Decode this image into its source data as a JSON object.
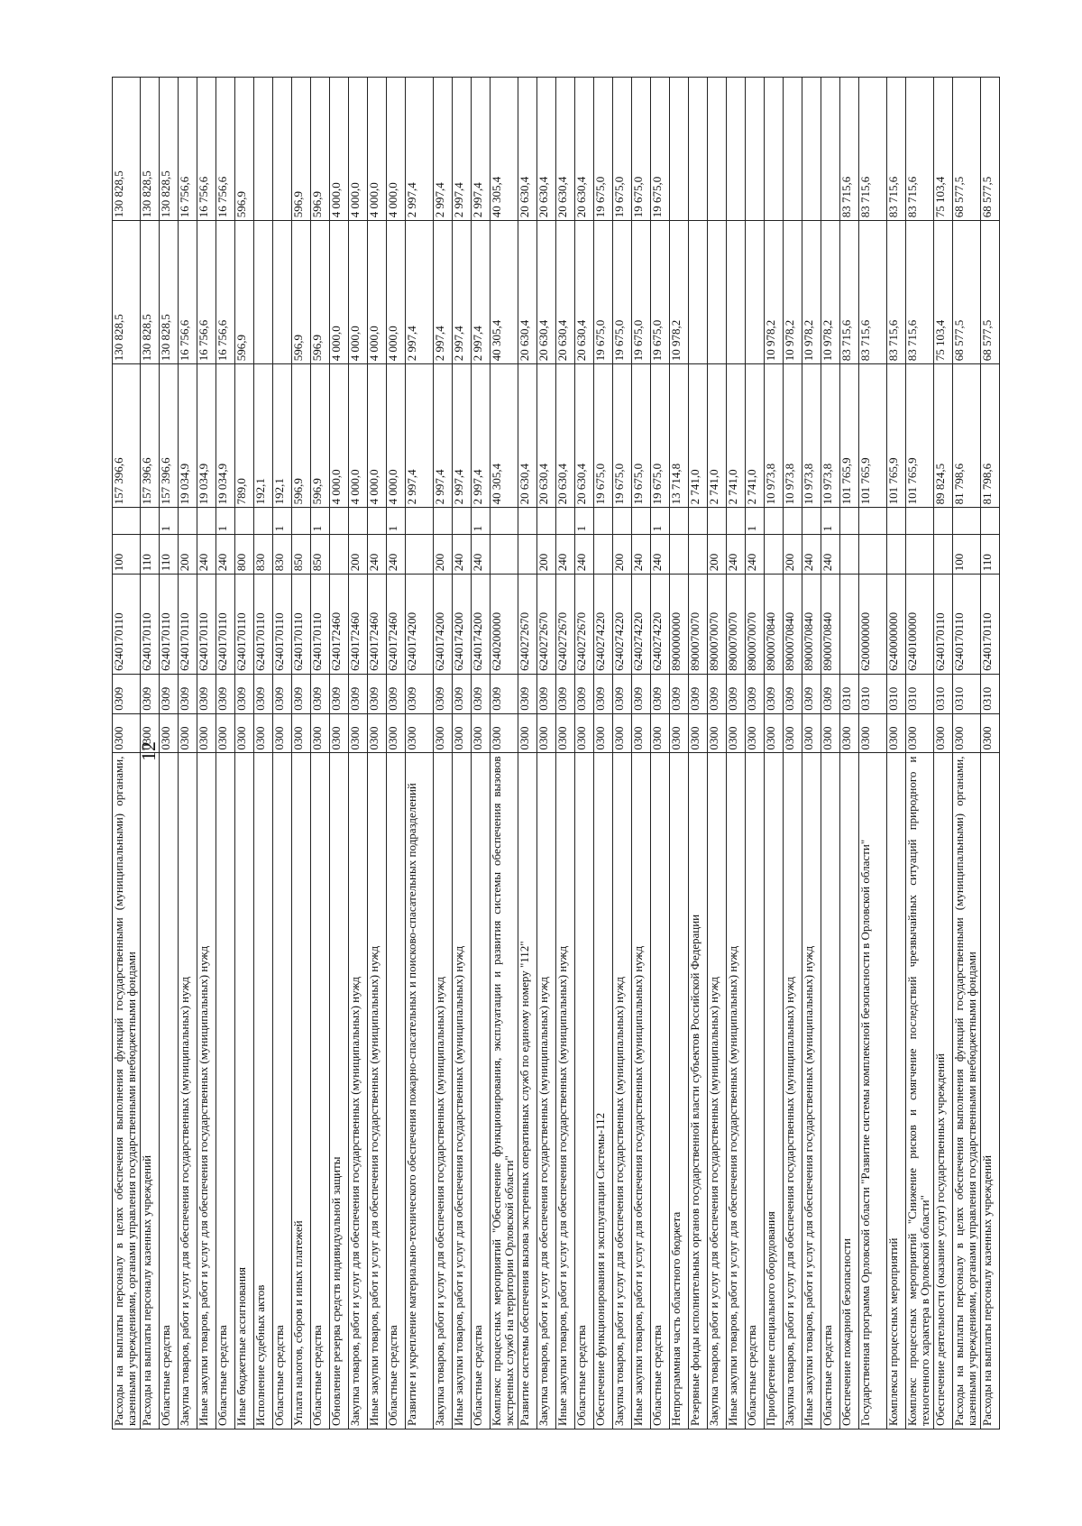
{
  "page": {
    "number": "12"
  },
  "table": {
    "rows": [
      {
        "name": "Расходы на выплаты персоналу в целях обеспечения выполнения функций государственными (муниципальными) органами, казенными учреждениями, органами управления государственными внебюджетными фондами",
        "sec": "0300",
        "sub": "0309",
        "csr": "6240170110",
        "vr": "100",
        "flag": "",
        "v1": "157 396,6",
        "v2": "130 828,5",
        "v3": "130 828,5"
      },
      {
        "name": "Расходы на выплаты персоналу казенных учреждений",
        "sec": "0300",
        "sub": "0309",
        "csr": "6240170110",
        "vr": "110",
        "flag": "",
        "v1": "157 396,6",
        "v2": "130 828,5",
        "v3": "130 828,5"
      },
      {
        "name": "Областные средства",
        "sec": "0300",
        "sub": "0309",
        "csr": "6240170110",
        "vr": "110",
        "flag": "1",
        "v1": "157 396,6",
        "v2": "130 828,5",
        "v3": "130 828,5"
      },
      {
        "name": "Закупка товаров, работ и услуг для обеспечения государственных (муниципальных) нужд",
        "sec": "0300",
        "sub": "0309",
        "csr": "6240170110",
        "vr": "200",
        "flag": "",
        "v1": "19 034,9",
        "v2": "16 756,6",
        "v3": "16 756,6"
      },
      {
        "name": "Иные закупки товаров, работ и услуг для обеспечения государственных (муниципальных) нужд",
        "sec": "0300",
        "sub": "0309",
        "csr": "6240170110",
        "vr": "240",
        "flag": "",
        "v1": "19 034,9",
        "v2": "16 756,6",
        "v3": "16 756,6"
      },
      {
        "name": "Областные средства",
        "sec": "0300",
        "sub": "0309",
        "csr": "6240170110",
        "vr": "240",
        "flag": "1",
        "v1": "19 034,9",
        "v2": "16 756,6",
        "v3": "16 756,6"
      },
      {
        "name": "Иные бюджетные ассигнования",
        "sec": "0300",
        "sub": "0309",
        "csr": "6240170110",
        "vr": "800",
        "flag": "",
        "v1": "789,0",
        "v2": "596,9",
        "v3": "596,9"
      },
      {
        "name": "Исполнение судебных актов",
        "sec": "0300",
        "sub": "0309",
        "csr": "6240170110",
        "vr": "830",
        "flag": "",
        "v1": "192,1",
        "v2": "",
        "v3": ""
      },
      {
        "name": "Областные средства",
        "sec": "0300",
        "sub": "0309",
        "csr": "6240170110",
        "vr": "830",
        "flag": "1",
        "v1": "192,1",
        "v2": "",
        "v3": ""
      },
      {
        "name": "Уплата налогов, сборов и иных платежей",
        "sec": "0300",
        "sub": "0309",
        "csr": "6240170110",
        "vr": "850",
        "flag": "",
        "v1": "596,9",
        "v2": "596,9",
        "v3": "596,9"
      },
      {
        "name": "Областные средства",
        "sec": "0300",
        "sub": "0309",
        "csr": "6240170110",
        "vr": "850",
        "flag": "1",
        "v1": "596,9",
        "v2": "596,9",
        "v3": "596,9"
      },
      {
        "name": "Обновление резерва средств индивидуальной защиты",
        "sec": "0300",
        "sub": "0309",
        "csr": "6240172460",
        "vr": "",
        "flag": "",
        "v1": "4 000,0",
        "v2": "4 000,0",
        "v3": "4 000,0"
      },
      {
        "name": "Закупка товаров, работ и услуг для обеспечения государственных (муниципальных) нужд",
        "sec": "0300",
        "sub": "0309",
        "csr": "6240172460",
        "vr": "200",
        "flag": "",
        "v1": "4 000,0",
        "v2": "4 000,0",
        "v3": "4 000,0"
      },
      {
        "name": "Иные закупки товаров, работ и услуг для обеспечения государственных (муниципальных) нужд",
        "sec": "0300",
        "sub": "0309",
        "csr": "6240172460",
        "vr": "240",
        "flag": "",
        "v1": "4 000,0",
        "v2": "4 000,0",
        "v3": "4 000,0"
      },
      {
        "name": "Областные средства",
        "sec": "0300",
        "sub": "0309",
        "csr": "6240172460",
        "vr": "240",
        "flag": "1",
        "v1": "4 000,0",
        "v2": "4 000,0",
        "v3": "4 000,0"
      },
      {
        "name": "Развитие и укрепление материально-технического обеспечения пожарно-спасательных и поисково-спасательных подразделений",
        "sec": "0300",
        "sub": "0309",
        "csr": "6240174200",
        "vr": "",
        "flag": "",
        "v1": "2 997,4",
        "v2": "2 997,4",
        "v3": "2 997,4"
      },
      {
        "name": "Закупка товаров, работ и услуг для обеспечения государственных (муниципальных) нужд",
        "sec": "0300",
        "sub": "0309",
        "csr": "6240174200",
        "vr": "200",
        "flag": "",
        "v1": "2 997,4",
        "v2": "2 997,4",
        "v3": "2 997,4"
      },
      {
        "name": "Иные закупки товаров, работ и услуг для обеспечения государственных (муниципальных) нужд",
        "sec": "0300",
        "sub": "0309",
        "csr": "6240174200",
        "vr": "240",
        "flag": "",
        "v1": "2 997,4",
        "v2": "2 997,4",
        "v3": "2 997,4"
      },
      {
        "name": "Областные средства",
        "sec": "0300",
        "sub": "0309",
        "csr": "6240174200",
        "vr": "240",
        "flag": "1",
        "v1": "2 997,4",
        "v2": "2 997,4",
        "v3": "2 997,4"
      },
      {
        "name": "Комплекс процессных мероприятий \"Обеспечение функционирования, эксплуатации и развития системы обеспечения вызовов экстренных служб на территории Орловской области\"",
        "sec": "0300",
        "sub": "0309",
        "csr": "6240200000",
        "vr": "",
        "flag": "",
        "v1": "40 305,4",
        "v2": "40 305,4",
        "v3": "40 305,4"
      },
      {
        "name": "Развитие системы обеспечения вызова экстренных оперативных служб по единому номеру \"112\"",
        "sec": "0300",
        "sub": "0309",
        "csr": "6240272670",
        "vr": "",
        "flag": "",
        "v1": "20 630,4",
        "v2": "20 630,4",
        "v3": "20 630,4"
      },
      {
        "name": "Закупка товаров, работ и услуг для обеспечения государственных (муниципальных) нужд",
        "sec": "0300",
        "sub": "0309",
        "csr": "6240272670",
        "vr": "200",
        "flag": "",
        "v1": "20 630,4",
        "v2": "20 630,4",
        "v3": "20 630,4"
      },
      {
        "name": "Иные закупки товаров, работ и услуг для обеспечения государственных (муниципальных) нужд",
        "sec": "0300",
        "sub": "0309",
        "csr": "6240272670",
        "vr": "240",
        "flag": "",
        "v1": "20 630,4",
        "v2": "20 630,4",
        "v3": "20 630,4"
      },
      {
        "name": "Областные средства",
        "sec": "0300",
        "sub": "0309",
        "csr": "6240272670",
        "vr": "240",
        "flag": "1",
        "v1": "20 630,4",
        "v2": "20 630,4",
        "v3": "20 630,4"
      },
      {
        "name": "Обеспечение функционирования и эксплуатации Системы-112",
        "sec": "0300",
        "sub": "0309",
        "csr": "6240274220",
        "vr": "",
        "flag": "",
        "v1": "19 675,0",
        "v2": "19 675,0",
        "v3": "19 675,0"
      },
      {
        "name": "Закупка товаров, работ и услуг для обеспечения государственных (муниципальных) нужд",
        "sec": "0300",
        "sub": "0309",
        "csr": "6240274220",
        "vr": "200",
        "flag": "",
        "v1": "19 675,0",
        "v2": "19 675,0",
        "v3": "19 675,0"
      },
      {
        "name": "Иные закупки товаров, работ и услуг для обеспечения государственных (муниципальных) нужд",
        "sec": "0300",
        "sub": "0309",
        "csr": "6240274220",
        "vr": "240",
        "flag": "",
        "v1": "19 675,0",
        "v2": "19 675,0",
        "v3": "19 675,0"
      },
      {
        "name": "Областные средства",
        "sec": "0300",
        "sub": "0309",
        "csr": "6240274220",
        "vr": "240",
        "flag": "1",
        "v1": "19 675,0",
        "v2": "19 675,0",
        "v3": "19 675,0"
      },
      {
        "name": "Непрограммная часть областного бюджета",
        "sec": "0300",
        "sub": "0309",
        "csr": "8900000000",
        "vr": "",
        "flag": "",
        "v1": "13 714,8",
        "v2": "10 978,2",
        "v3": ""
      },
      {
        "name": "Резервные фонды исполнительных органов государственной власти субъектов Российской Федерации",
        "sec": "0300",
        "sub": "0309",
        "csr": "8900070070",
        "vr": "",
        "flag": "",
        "v1": "2 741,0",
        "v2": "",
        "v3": ""
      },
      {
        "name": "Закупка товаров, работ и услуг для обеспечения государственных (муниципальных) нужд",
        "sec": "0300",
        "sub": "0309",
        "csr": "8900070070",
        "vr": "200",
        "flag": "",
        "v1": "2 741,0",
        "v2": "",
        "v3": ""
      },
      {
        "name": "Иные закупки товаров, работ и услуг для обеспечения государственных (муниципальных) нужд",
        "sec": "0300",
        "sub": "0309",
        "csr": "8900070070",
        "vr": "240",
        "flag": "",
        "v1": "2 741,0",
        "v2": "",
        "v3": ""
      },
      {
        "name": "Областные средства",
        "sec": "0300",
        "sub": "0309",
        "csr": "8900070070",
        "vr": "240",
        "flag": "1",
        "v1": "2 741,0",
        "v2": "",
        "v3": ""
      },
      {
        "name": "Приобретение специального оборудования",
        "sec": "0300",
        "sub": "0309",
        "csr": "8900070840",
        "vr": "",
        "flag": "",
        "v1": "10 973,8",
        "v2": "10 978,2",
        "v3": ""
      },
      {
        "name": "Закупка товаров, работ и услуг для обеспечения государственных (муниципальных) нужд",
        "sec": "0300",
        "sub": "0309",
        "csr": "8900070840",
        "vr": "200",
        "flag": "",
        "v1": "10 973,8",
        "v2": "10 978,2",
        "v3": ""
      },
      {
        "name": "Иные закупки товаров, работ и услуг для обеспечения государственных (муниципальных) нужд",
        "sec": "0300",
        "sub": "0309",
        "csr": "8900070840",
        "vr": "240",
        "flag": "",
        "v1": "10 973,8",
        "v2": "10 978,2",
        "v3": ""
      },
      {
        "name": "Областные средства",
        "sec": "0300",
        "sub": "0309",
        "csr": "8900070840",
        "vr": "240",
        "flag": "1",
        "v1": "10 973,8",
        "v2": "10 978,2",
        "v3": ""
      },
      {
        "name": "Обеспечение пожарной безопасности",
        "sec": "0300",
        "sub": "0310",
        "csr": "",
        "vr": "",
        "flag": "",
        "v1": "101 765,9",
        "v2": "83 715,6",
        "v3": "83 715,6"
      },
      {
        "name": "Государственная программа Орловской области \"Развитие системы комплексной безопасности в Орловской области\"",
        "sec": "0300",
        "sub": "0310",
        "csr": "6200000000",
        "vr": "",
        "flag": "",
        "v1": "101 765,9",
        "v2": "83 715,6",
        "v3": "83 715,6"
      },
      {
        "name": "Комплексы процессных мероприятий",
        "sec": "0300",
        "sub": "0310",
        "csr": "6240000000",
        "vr": "",
        "flag": "",
        "v1": "101 765,9",
        "v2": "83 715,6",
        "v3": "83 715,6"
      },
      {
        "name": "Комплекс процессных мероприятий \"Снижение рисков и смягчение последствий чрезвычайных ситуаций природного и техногенного характера в Орловской области\"",
        "sec": "0300",
        "sub": "0310",
        "csr": "6240100000",
        "vr": "",
        "flag": "",
        "v1": "101 765,9",
        "v2": "83 715,6",
        "v3": "83 715,6"
      },
      {
        "name": "Обеспечение деятельности (оказание услуг) государственных учреждений",
        "sec": "0300",
        "sub": "0310",
        "csr": "6240170110",
        "vr": "",
        "flag": "",
        "v1": "89 824,5",
        "v2": "75 103,4",
        "v3": "75 103,4"
      },
      {
        "name": "Расходы на выплаты персоналу в целях обеспечения выполнения функций государственными (муниципальными) органами, казенными учреждениями, органами управления государственными внебюджетными фондами",
        "sec": "0300",
        "sub": "0310",
        "csr": "6240170110",
        "vr": "100",
        "flag": "",
        "v1": "81 798,6",
        "v2": "68 577,5",
        "v3": "68 577,5"
      },
      {
        "name": "Расходы на выплаты персоналу казенных учреждений",
        "sec": "0300",
        "sub": "0310",
        "csr": "6240170110",
        "vr": "110",
        "flag": "",
        "v1": "81 798,6",
        "v2": "68 577,5",
        "v3": "68 577,5"
      }
    ]
  }
}
